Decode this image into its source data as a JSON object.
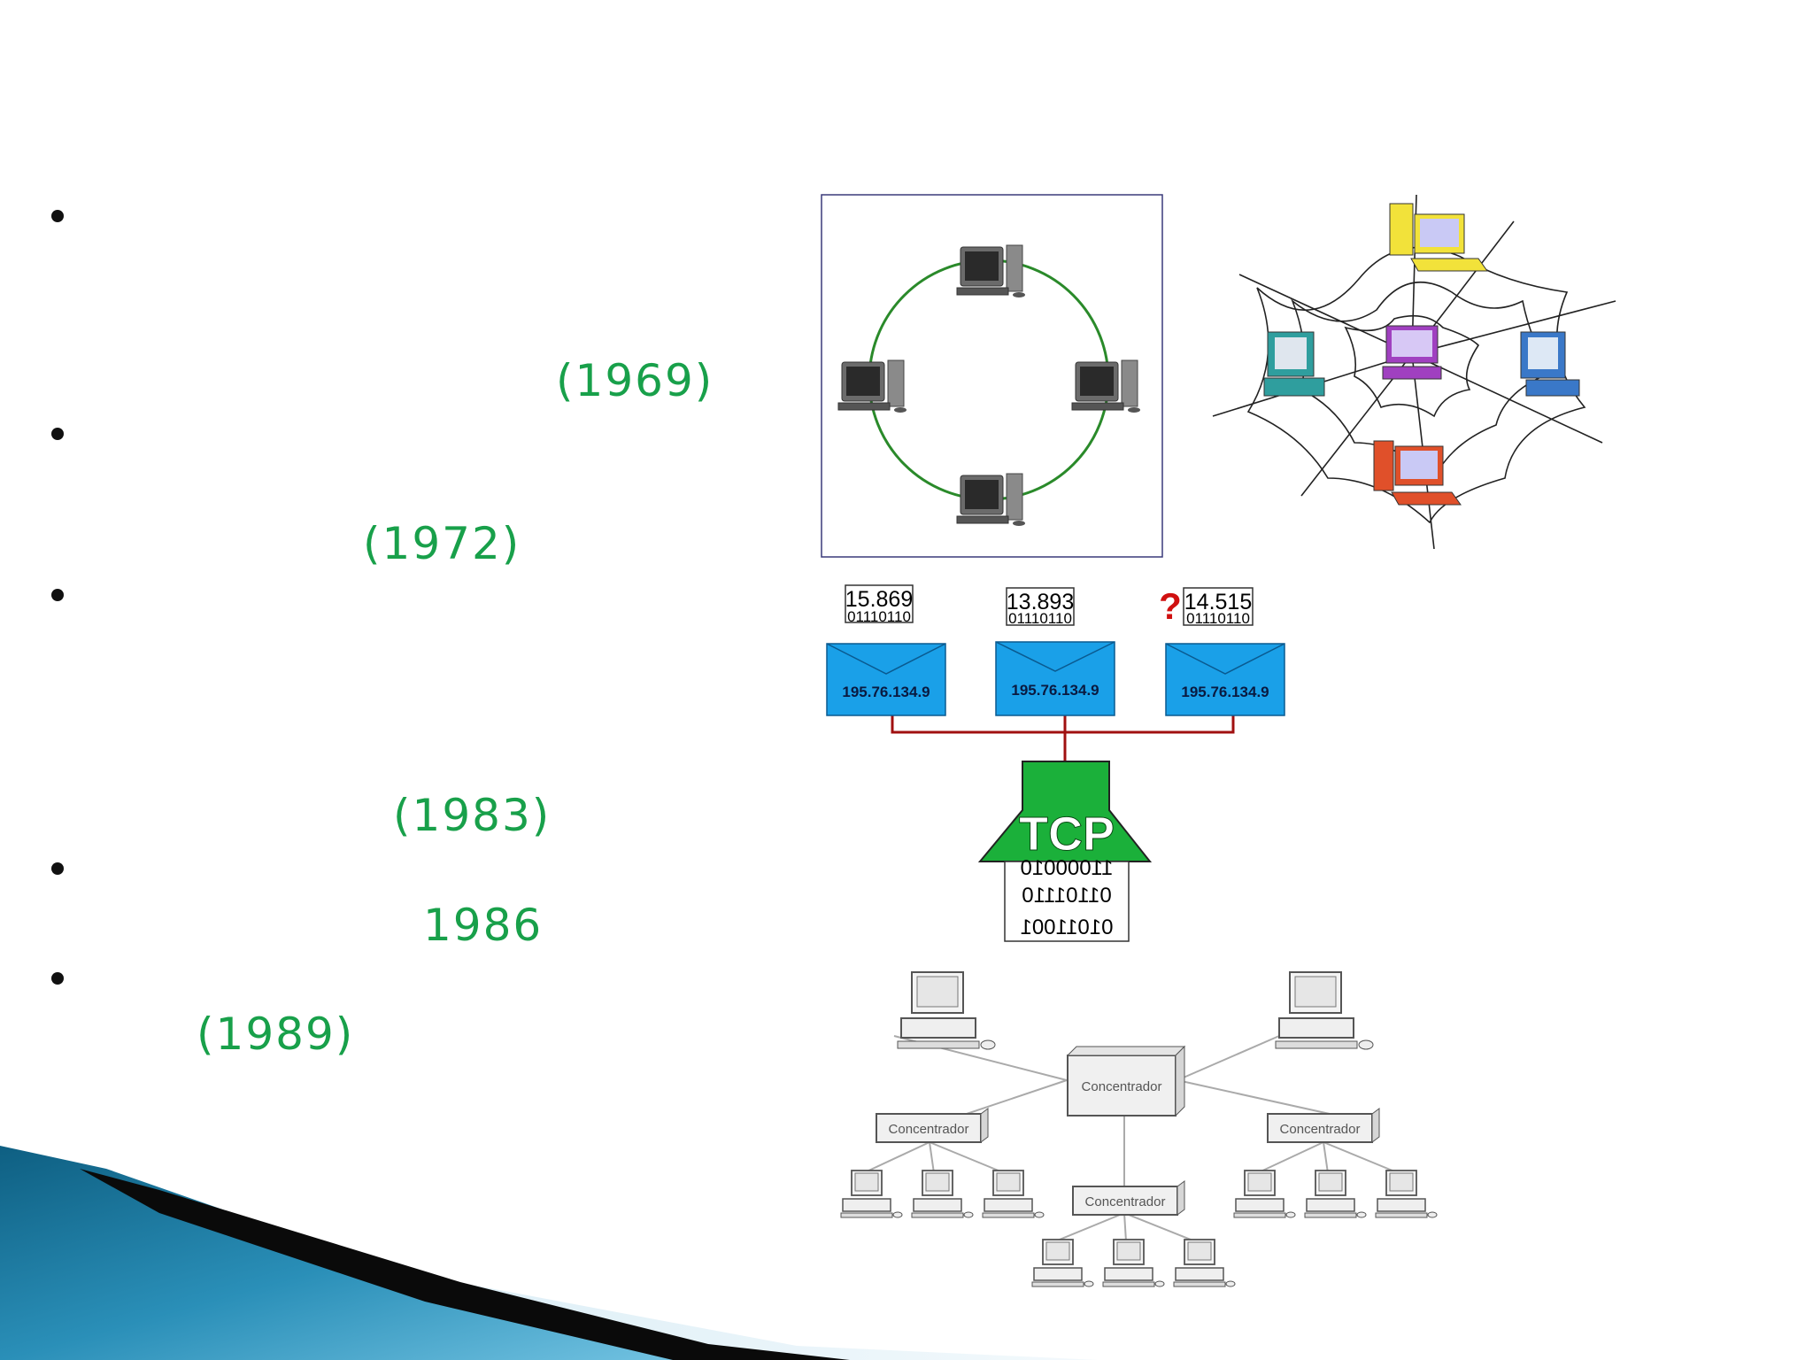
{
  "timeline": {
    "years": [
      "(1969)",
      "(1972)",
      "(1983)",
      "1986",
      "(1989)"
    ]
  },
  "packets": [
    {
      "number": "15.869",
      "bits": "01110110",
      "address": "195.76.134.9"
    },
    {
      "number": "13.893",
      "bits": "01110110",
      "address": "195.76.134.9"
    },
    {
      "number": "14.515",
      "bits": "01110110",
      "address": "195.76.134.9",
      "marker": "?"
    }
  ],
  "tcp": {
    "label": "TCP",
    "bits": [
      "11000010",
      "01101110",
      "01011001"
    ]
  },
  "hub_tree": {
    "root_label": "Concentrador",
    "branch_labels": [
      "Concentrador",
      "Concentrador",
      "Concentrador"
    ]
  },
  "colors": {
    "year_green": "#18a04a",
    "ring_green": "#2a8a2a",
    "envelope_blue": "#1aa0e8",
    "link_red": "#a01010",
    "tcp_green": "#1bb03a"
  }
}
